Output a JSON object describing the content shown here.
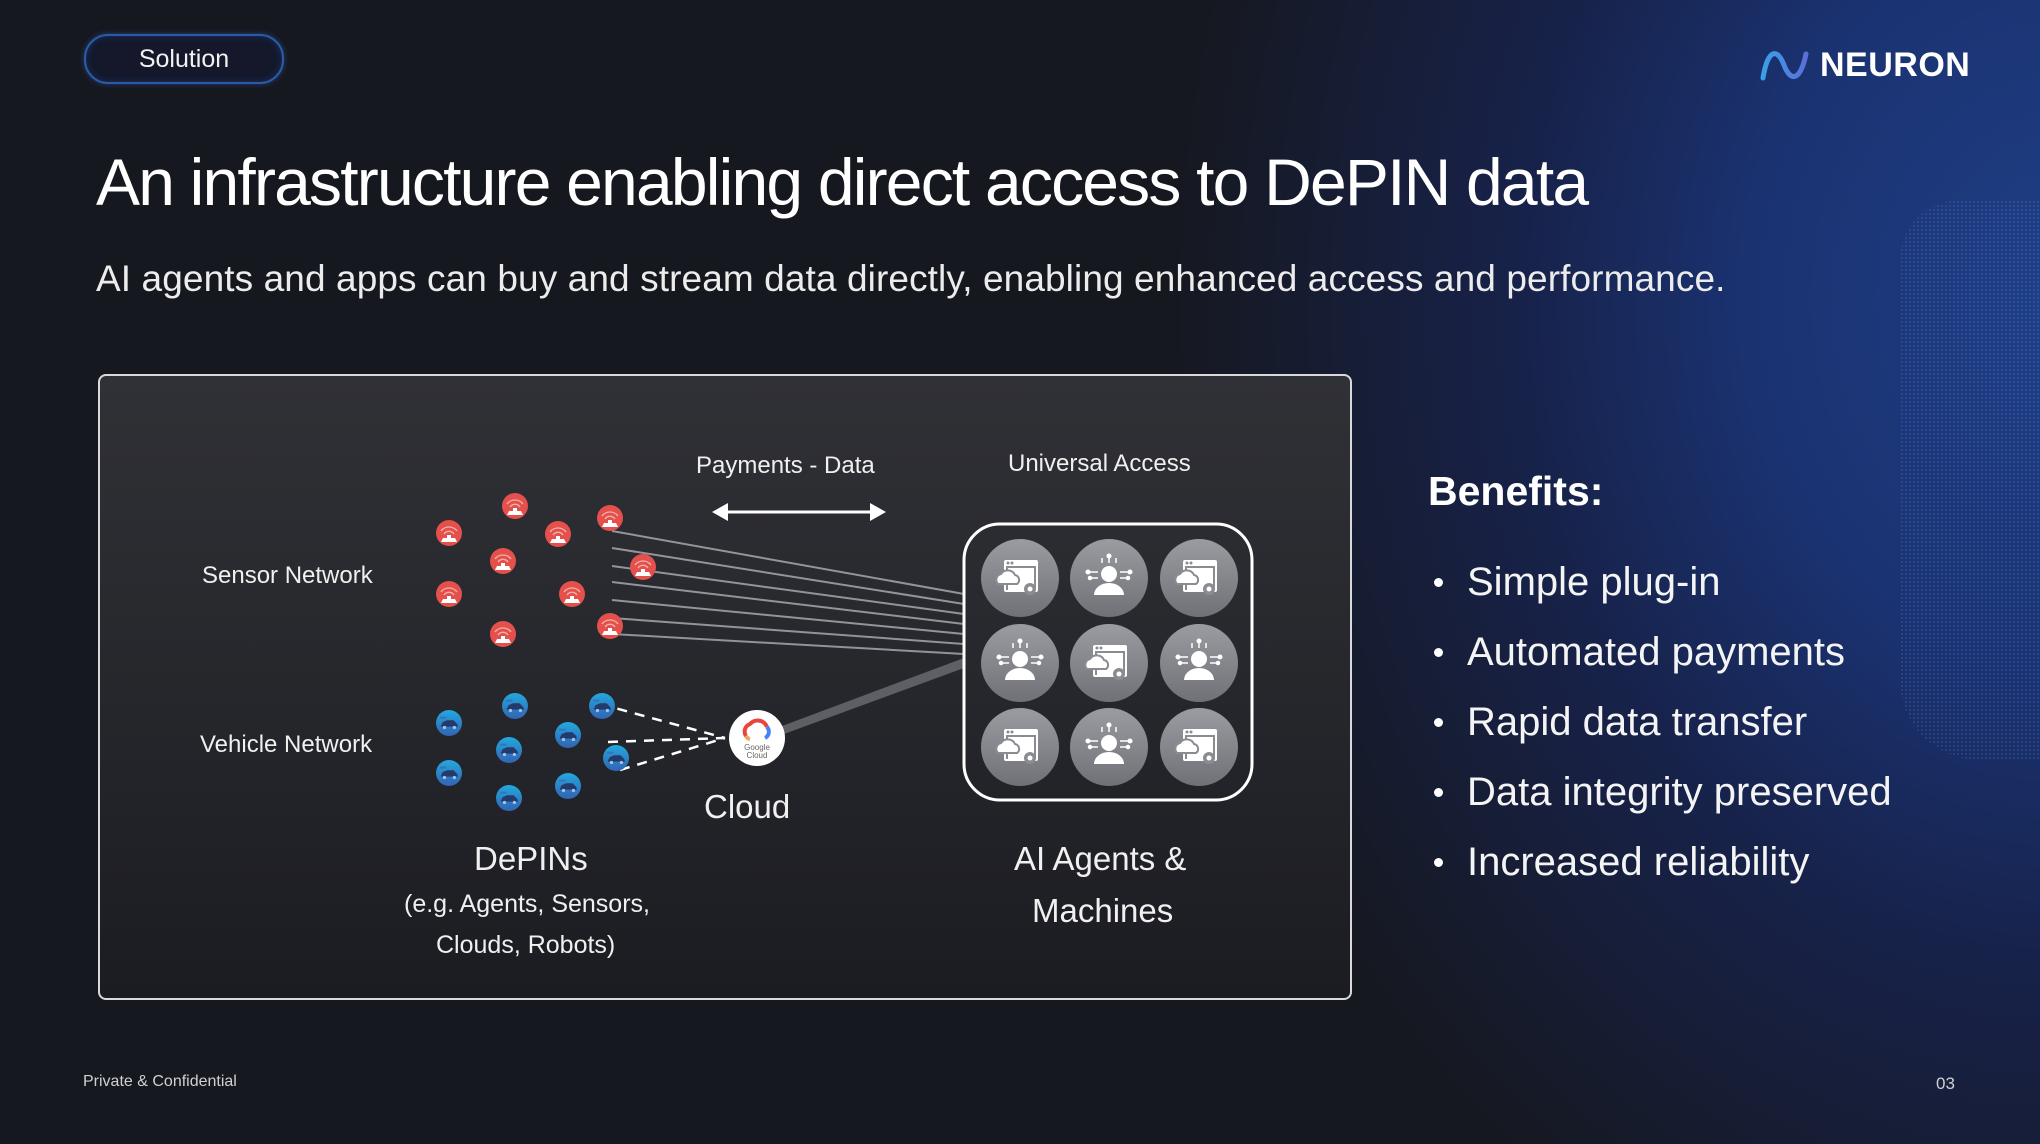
{
  "header": {
    "section_badge": "Solution",
    "logo_text": "NEURON",
    "logo_icon": "wave-icon"
  },
  "title": "An infrastructure enabling direct access to DePIN data",
  "subtitle": "AI agents and apps can buy and stream data directly, enabling enhanced access and performance.",
  "diagram": {
    "sensor_network_label": "Sensor Network",
    "vehicle_network_label": "Vehicle Network",
    "payments_data_label": "Payments - Data",
    "universal_access_label": "Universal Access",
    "cloud_label": "Cloud",
    "cloud_logo_text_1": "Google",
    "cloud_logo_text_2": "Cloud",
    "depins_label": "DePINs",
    "depins_sub_1": "(e.g. Agents, Sensors,",
    "depins_sub_2": "Clouds, Robots)",
    "agents_label_1": "AI Agents &",
    "agents_label_2": "Machines",
    "sensor_node_count": 11,
    "vehicle_node_count": 9,
    "agent_grid": [
      "cloud-app-icon",
      "ai-person-icon",
      "cloud-app-icon",
      "ai-person-icon",
      "cloud-app-icon",
      "ai-person-icon",
      "cloud-app-icon",
      "ai-person-icon",
      "cloud-app-icon"
    ],
    "colors": {
      "sensor": "#e4504b",
      "vehicle": "#2a8fd0",
      "agent_node": "#8b8d93"
    }
  },
  "benefits": {
    "heading": "Benefits:",
    "items": [
      "Simple plug-in",
      "Automated payments",
      "Rapid data transfer",
      "Data integrity preserved",
      "Increased reliability"
    ]
  },
  "footer": {
    "confidential": "Private & Confidential",
    "page_number": "03"
  }
}
